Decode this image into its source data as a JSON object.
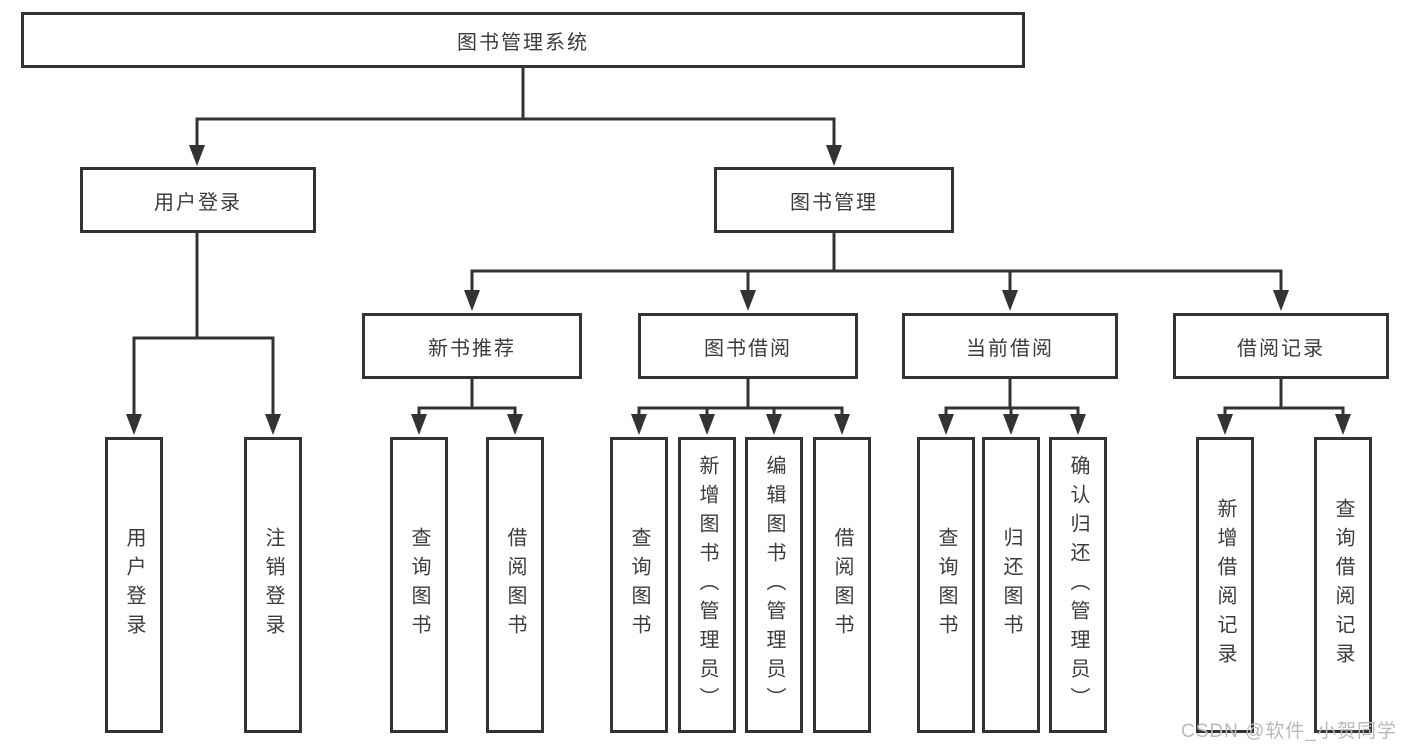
{
  "diagram": {
    "root": {
      "label": "图书管理系统"
    },
    "level2": {
      "user_login": {
        "label": "用户登录"
      },
      "book_management": {
        "label": "图书管理"
      }
    },
    "level3": {
      "new_book_recommend": {
        "label": "新书推荐"
      },
      "book_borrow": {
        "label": "图书借阅"
      },
      "current_borrow": {
        "label": "当前借阅"
      },
      "borrow_records": {
        "label": "借阅记录"
      }
    },
    "leaves": {
      "user_login": {
        "label": "用户登录"
      },
      "logout": {
        "label": "注销登录"
      },
      "recommend_query_books": {
        "label": "查询图书"
      },
      "recommend_borrow_books": {
        "label": "借阅图书"
      },
      "borrow_query_books": {
        "label": "查询图书"
      },
      "borrow_add_books": {
        "label": "新增图书（管理员）"
      },
      "borrow_edit_books": {
        "label": "编辑图书（管理员）"
      },
      "borrow_borrow_books": {
        "label": "借阅图书"
      },
      "current_query_books": {
        "label": "查询图书"
      },
      "current_return_books": {
        "label": "归还图书"
      },
      "current_confirm_return": {
        "label": "确认归还（管理员）"
      },
      "records_add_record": {
        "label": "新增借阅记录"
      },
      "records_query_record": {
        "label": "查询借阅记录"
      }
    },
    "watermark": {
      "text": "CSDN @软件_小贺同学"
    },
    "colors": {
      "line": "#333333",
      "text": "#3c3c3c",
      "watermark": "#b9b9bd",
      "background": "#ffffff"
    }
  }
}
